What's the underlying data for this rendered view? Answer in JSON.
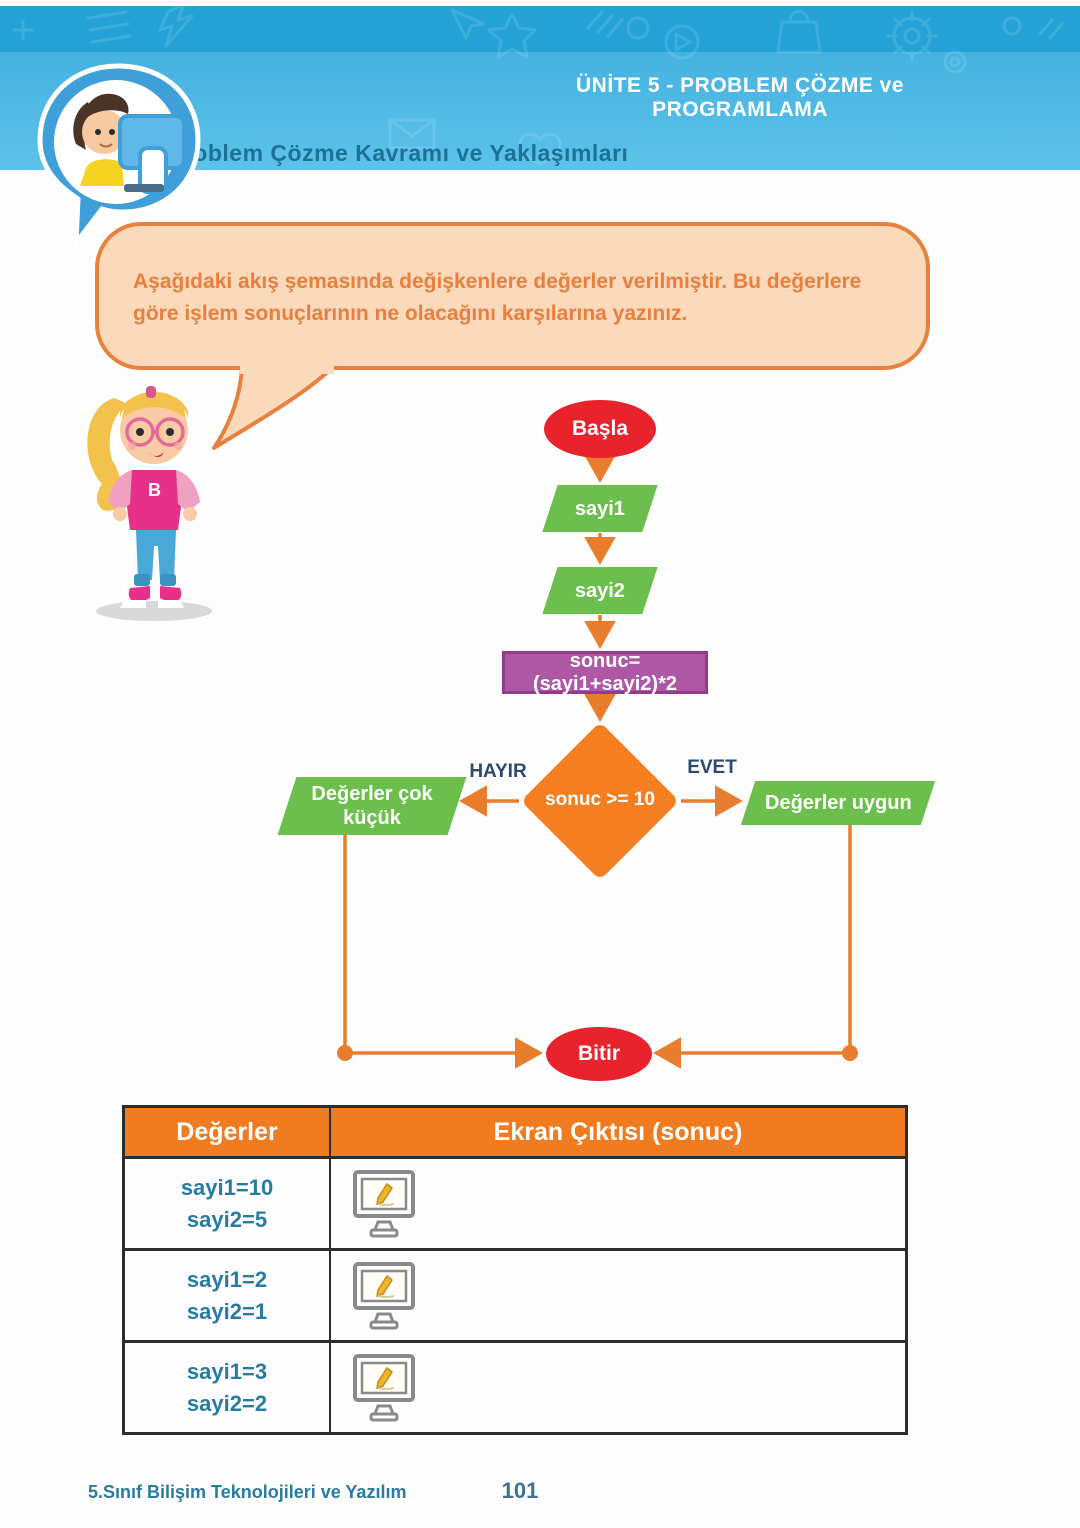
{
  "header": {
    "unit_title": "ÜNİTE 5 - PROBLEM ÇÖZME ve PROGRAMLAMA",
    "section_title": "Problem Çözme Kavramı ve Yaklaşımları"
  },
  "speech_bubble": {
    "text": "Aşağıdaki akış şemasında değişkenlere değerler verilmiştir. Bu değerlere göre işlem sonuçlarının ne olacağını karşılarına yazınız."
  },
  "flowchart": {
    "start_label": "Başla",
    "input1_label": "sayi1",
    "input2_label": "sayi2",
    "process_label": "sonuc=(sayi1+sayi2)*2",
    "decision_label": "sonuc >= 10",
    "no_label": "HAYIR",
    "yes_label": "EVET",
    "no_result_label": "Değerler çok küçük",
    "yes_result_label": "Değerler uygun",
    "end_label": "Bitir"
  },
  "table": {
    "headers": [
      "Değerler",
      "Ekran Çıktısı (sonuc)"
    ],
    "rows": [
      {
        "line1": "sayi1=10",
        "line2": "sayi2=5"
      },
      {
        "line1": "sayi1=2",
        "line2": "sayi2=1"
      },
      {
        "line1": "sayi1=3",
        "line2": "sayi2=2"
      }
    ]
  },
  "footer": {
    "book_title": "5.Sınıf Bilişim Teknolojileri ve Yazılım",
    "page_number": "101"
  },
  "colors": {
    "strip_blue": "#24a2d6",
    "band_blue": "#4fb8e3",
    "accent_orange": "#f07c22",
    "arrow_orange": "#e87d2e",
    "node_green": "#6cbf4c",
    "node_red": "#e8232c",
    "node_purple": "#ae57a5",
    "bubble_fill": "#fbd9bb",
    "bubble_border": "#e9813e",
    "teal_text": "#2a7ba0",
    "branch_label_navy": "#2c4a6e"
  }
}
